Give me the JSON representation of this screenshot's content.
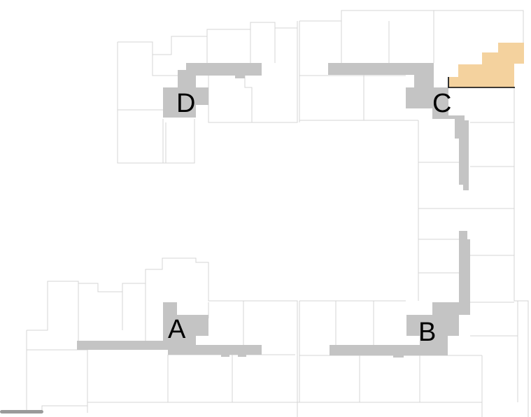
{
  "colors": {
    "corridor": "#c4c4c4",
    "highlight": "#f4d29e",
    "outline": "#d4d4d4",
    "edge": "#000000",
    "scrollbar": "#9a9a9a"
  },
  "stair_labels": [
    "A",
    "B",
    "C",
    "D"
  ]
}
